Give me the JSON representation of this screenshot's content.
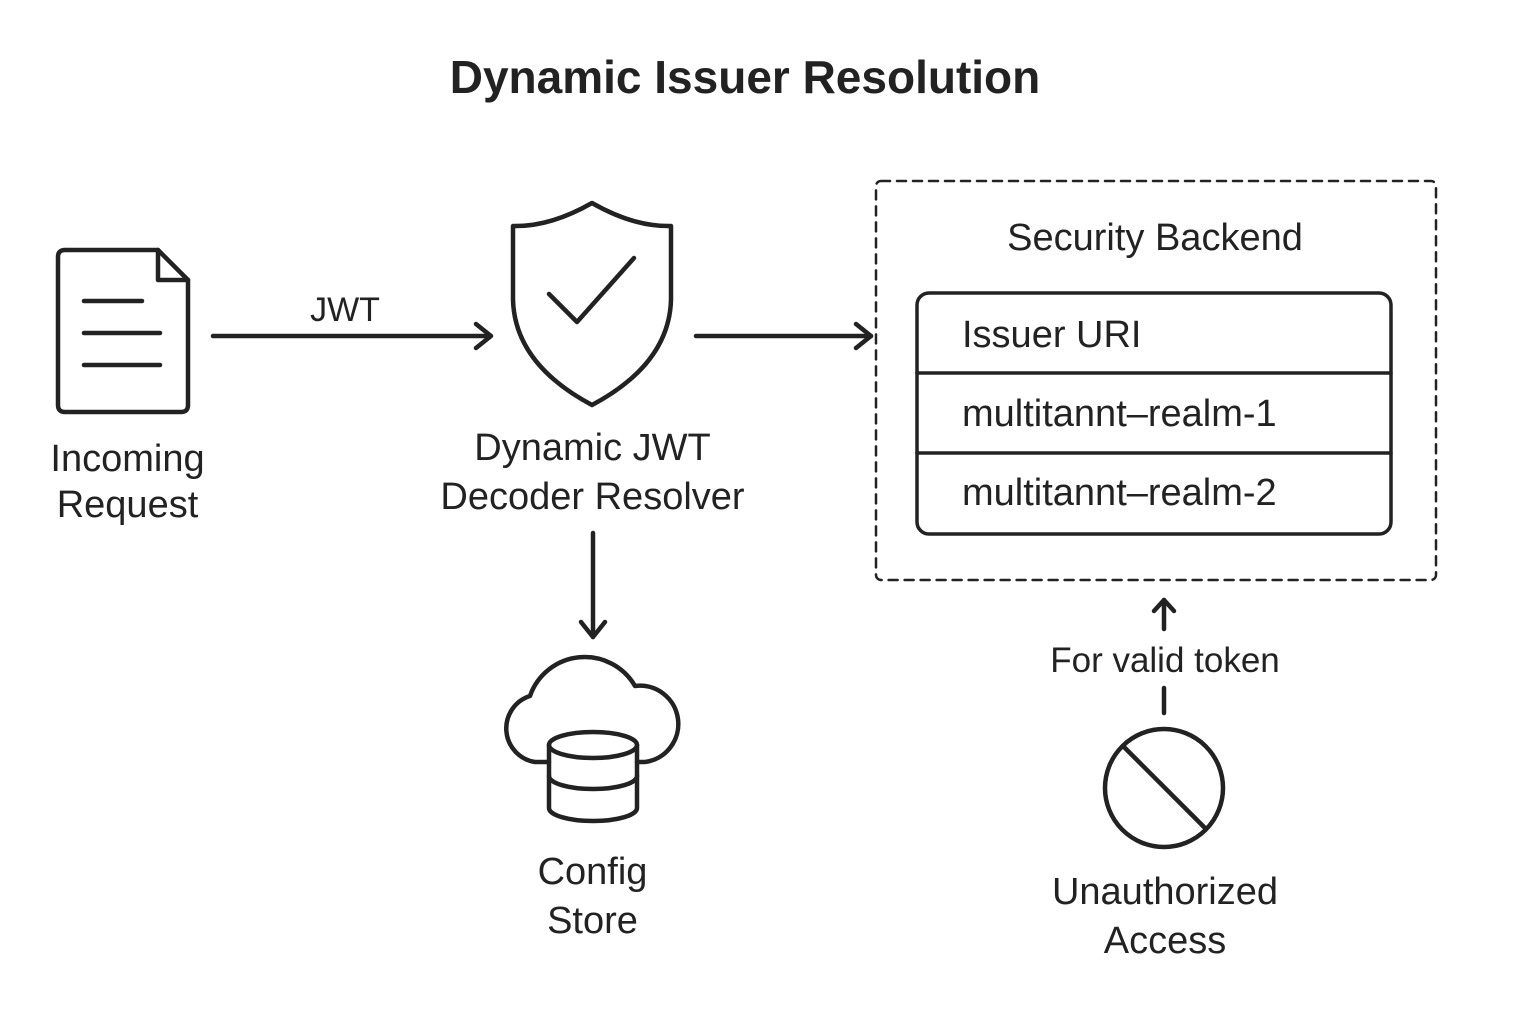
{
  "title": "Dynamic Issuer Resolution",
  "incoming": {
    "icon": "document-icon",
    "label_line1": "Incoming",
    "label_line2": "Request"
  },
  "edge_jwt_label": "JWT",
  "resolver": {
    "icon": "shield-check-icon",
    "label_line1": "Dynamic JWT",
    "label_line2": "Decoder Resolver"
  },
  "config_store": {
    "icon": "cloud-database-icon",
    "label_line1": "Config",
    "label_line2": "Store"
  },
  "backend": {
    "title": "Security Backend",
    "table_rows": [
      "Issuer URI",
      "multitannt–realm-1",
      "multitannt–realm-2"
    ]
  },
  "edge_valid_label": "For valid token",
  "unauthorized": {
    "icon": "prohibited-icon",
    "label_line1": "Unauthorized",
    "label_line2": "Access"
  }
}
